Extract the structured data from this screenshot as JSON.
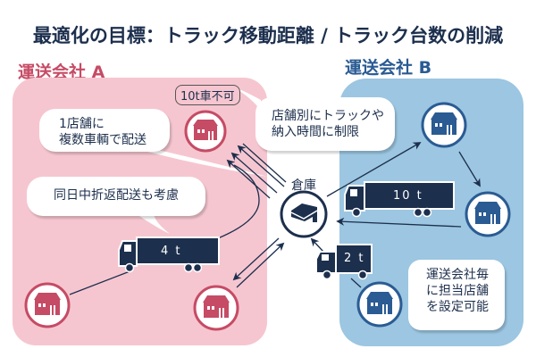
{
  "title": "最適化の目標：トラック移動距離 / トラック台数の削減",
  "companies": {
    "a": {
      "label": "運送会社 A",
      "color": "#c64b65",
      "panel_color": "#f6c6d0"
    },
    "b": {
      "label": "運送会社 B",
      "color": "#2a5b93",
      "panel_color": "#9cc6e1"
    }
  },
  "warehouse": {
    "label": "倉庫",
    "icon": "warehouse-icon"
  },
  "badges": {
    "no_10t": "10t車不可"
  },
  "callouts": {
    "multi_vehicle": [
      "1店舗に",
      "複数車輌で配送"
    ],
    "same_day": "同日中折返配送も考慮",
    "restrictions": [
      "店舗別にトラックや",
      "納入時間に制限"
    ],
    "assignment": [
      "運送会社毎",
      "に担当店舗",
      "を設定可能"
    ]
  },
  "trucks": [
    {
      "label": "4 t",
      "company": "a"
    },
    {
      "label": "10 t",
      "company": "b"
    },
    {
      "label": "2 t",
      "company": "b"
    }
  ],
  "stores": {
    "a_count": 3,
    "b_count": 3,
    "icon": "store-house-icon"
  },
  "colors": {
    "navy": "#1c2f4d",
    "store_a": "#c64b65",
    "store_b": "#2a5b93"
  }
}
